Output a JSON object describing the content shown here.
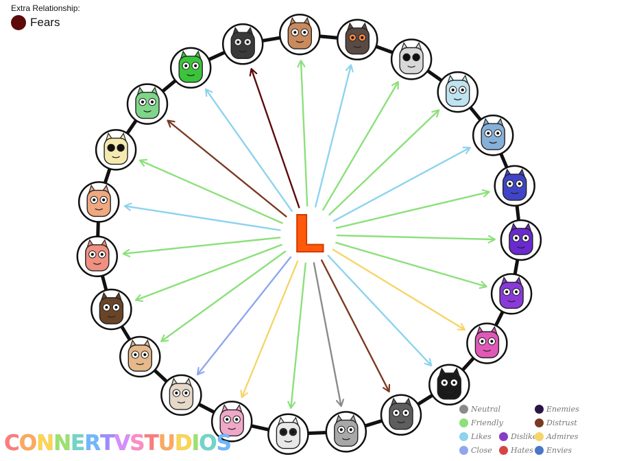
{
  "extra": {
    "title": "Extra Relationship:",
    "label": "Fears",
    "color": "#5c0a0a"
  },
  "center": {
    "letter": "L",
    "color": "#ff5a0c"
  },
  "legend": [
    {
      "label": "Neutral",
      "color": "#8a8a8a"
    },
    {
      "label": "Friendly",
      "color": "#8be07a"
    },
    {
      "label": "Likes",
      "color": "#8dd3ee"
    },
    {
      "label": "Close",
      "color": "#8fa6ee"
    },
    {
      "label": "Enemies",
      "color": "#2b1447"
    },
    {
      "label": "Distrust",
      "color": "#7a3a22"
    },
    {
      "label": "Dislikes",
      "color": "#8a3bc4"
    },
    {
      "label": "Admires",
      "color": "#f5d56a"
    },
    {
      "label": "Hates",
      "color": "#d64545"
    },
    {
      "label": "Envies",
      "color": "#4a76c9"
    }
  ],
  "brand": {
    "text": "CONNERTVSTUDIOS",
    "colors": [
      "#ff7b7b",
      "#ffa85c",
      "#ffd54f",
      "#9be36d",
      "#6fd6c9",
      "#6fb8ff",
      "#9d8cff",
      "#d98cff",
      "#ff8cc6",
      "#ff7b7b",
      "#ffa85c",
      "#ffd54f",
      "#9be36d",
      "#6fd6c9",
      "#6fb8ff"
    ]
  },
  "colors": {
    "friendly": "#8be07a",
    "likes": "#8dd3ee",
    "close": "#8fa6ee",
    "admires": "#f5d56a",
    "neutral": "#8a8a8a",
    "distrust": "#7a3a22",
    "fears": "#5c0a0a"
  },
  "characters": [
    {
      "name": "black-creature",
      "fill": "#3a3a3a",
      "relation": "fears",
      "eye": "#e8e8e8"
    },
    {
      "name": "brown-face",
      "fill": "#c98a5e",
      "relation": "friendly",
      "eye": "#ffffff"
    },
    {
      "name": "bug-face",
      "fill": "#5a4a44",
      "relation": "likes",
      "eye": "#ff8a3d"
    },
    {
      "name": "computer",
      "fill": "#d8d8d8",
      "relation": "friendly",
      "eye": "#111111"
    },
    {
      "name": "ice-face",
      "fill": "#bfe3f0",
      "relation": "friendly",
      "eye": "#ffffff"
    },
    {
      "name": "elephant",
      "fill": "#86b0d8",
      "relation": "likes",
      "eye": "#ffffff"
    },
    {
      "name": "blue-bird",
      "fill": "#4045c8",
      "relation": "friendly",
      "eye": "#ffffff"
    },
    {
      "name": "purple-monster",
      "fill": "#6a2ad0",
      "relation": "friendly",
      "eye": "#ffffff"
    },
    {
      "name": "purple-spider",
      "fill": "#8a3ad8",
      "relation": "friendly",
      "eye": "#ffffff"
    },
    {
      "name": "pink-cat",
      "fill": "#e058b8",
      "relation": "admires",
      "eye": "#ffffff"
    },
    {
      "name": "black-sheep",
      "fill": "#1a1a1a",
      "relation": "likes",
      "eye": "#ffffff"
    },
    {
      "name": "gray-cat",
      "fill": "#5e5e5e",
      "relation": "distrust",
      "eye": "#ffffff"
    },
    {
      "name": "gray-ghost",
      "fill": "#a8a8a8",
      "relation": "neutral",
      "eye": "#ffffff"
    },
    {
      "name": "panda-face",
      "fill": "#e8e8e8",
      "relation": "friendly",
      "eye": "#222222"
    },
    {
      "name": "flower",
      "fill": "#f0a8c8",
      "relation": "admires",
      "eye": "#ffffff"
    },
    {
      "name": "goat",
      "fill": "#e6d8c8",
      "relation": "close",
      "eye": "#ffffff"
    },
    {
      "name": "tan-bunny",
      "fill": "#e6b88a",
      "relation": "friendly",
      "eye": "#ffffff"
    },
    {
      "name": "brown-bear",
      "fill": "#6a4426",
      "relation": "friendly",
      "eye": "#ffffff"
    },
    {
      "name": "pink-pig",
      "fill": "#f09080",
      "relation": "friendly",
      "eye": "#ffffff"
    },
    {
      "name": "peach-cat",
      "fill": "#f0a880",
      "relation": "likes",
      "eye": "#ffffff"
    },
    {
      "name": "cream-skull",
      "fill": "#f4eab0",
      "relation": "friendly",
      "eye": "#111111"
    },
    {
      "name": "green-hat",
      "fill": "#7fd68a",
      "relation": "distrust",
      "eye": "#ffffff"
    },
    {
      "name": "green-face",
      "fill": "#3ac43a",
      "relation": "likes",
      "eye": "#ffffff"
    }
  ]
}
